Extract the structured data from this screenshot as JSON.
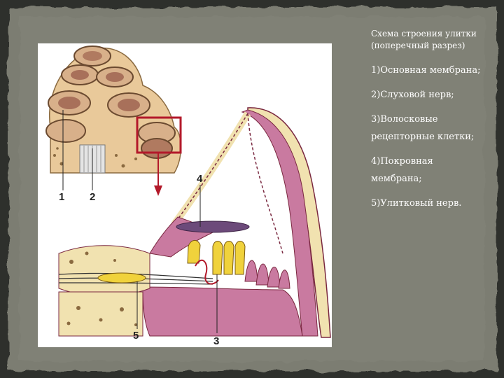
{
  "slide": {
    "title": "Схема строения улитки (поперечный разрез)",
    "items": [
      "1)Основная мембрана;",
      "2)Слуховой нерв;",
      "3)Волосковые рецепторные клетки;",
      "4)Покровная мембрана;",
      "5)Улитковый нерв."
    ]
  },
  "diagram": {
    "labels": {
      "n1": "1",
      "n2": "2",
      "n3": "3",
      "n4": "4",
      "n5": "5"
    }
  },
  "colors": {
    "background": "#3a3d38",
    "panel": "#7a7c70",
    "bone": "#f1e2b0",
    "tissue_pink": "#c97aa0",
    "hair_cells": "#f0d23c",
    "duct_dark": "#7a2840",
    "membrane": "#6c4a7a",
    "highlight_box": "#b3192a"
  }
}
